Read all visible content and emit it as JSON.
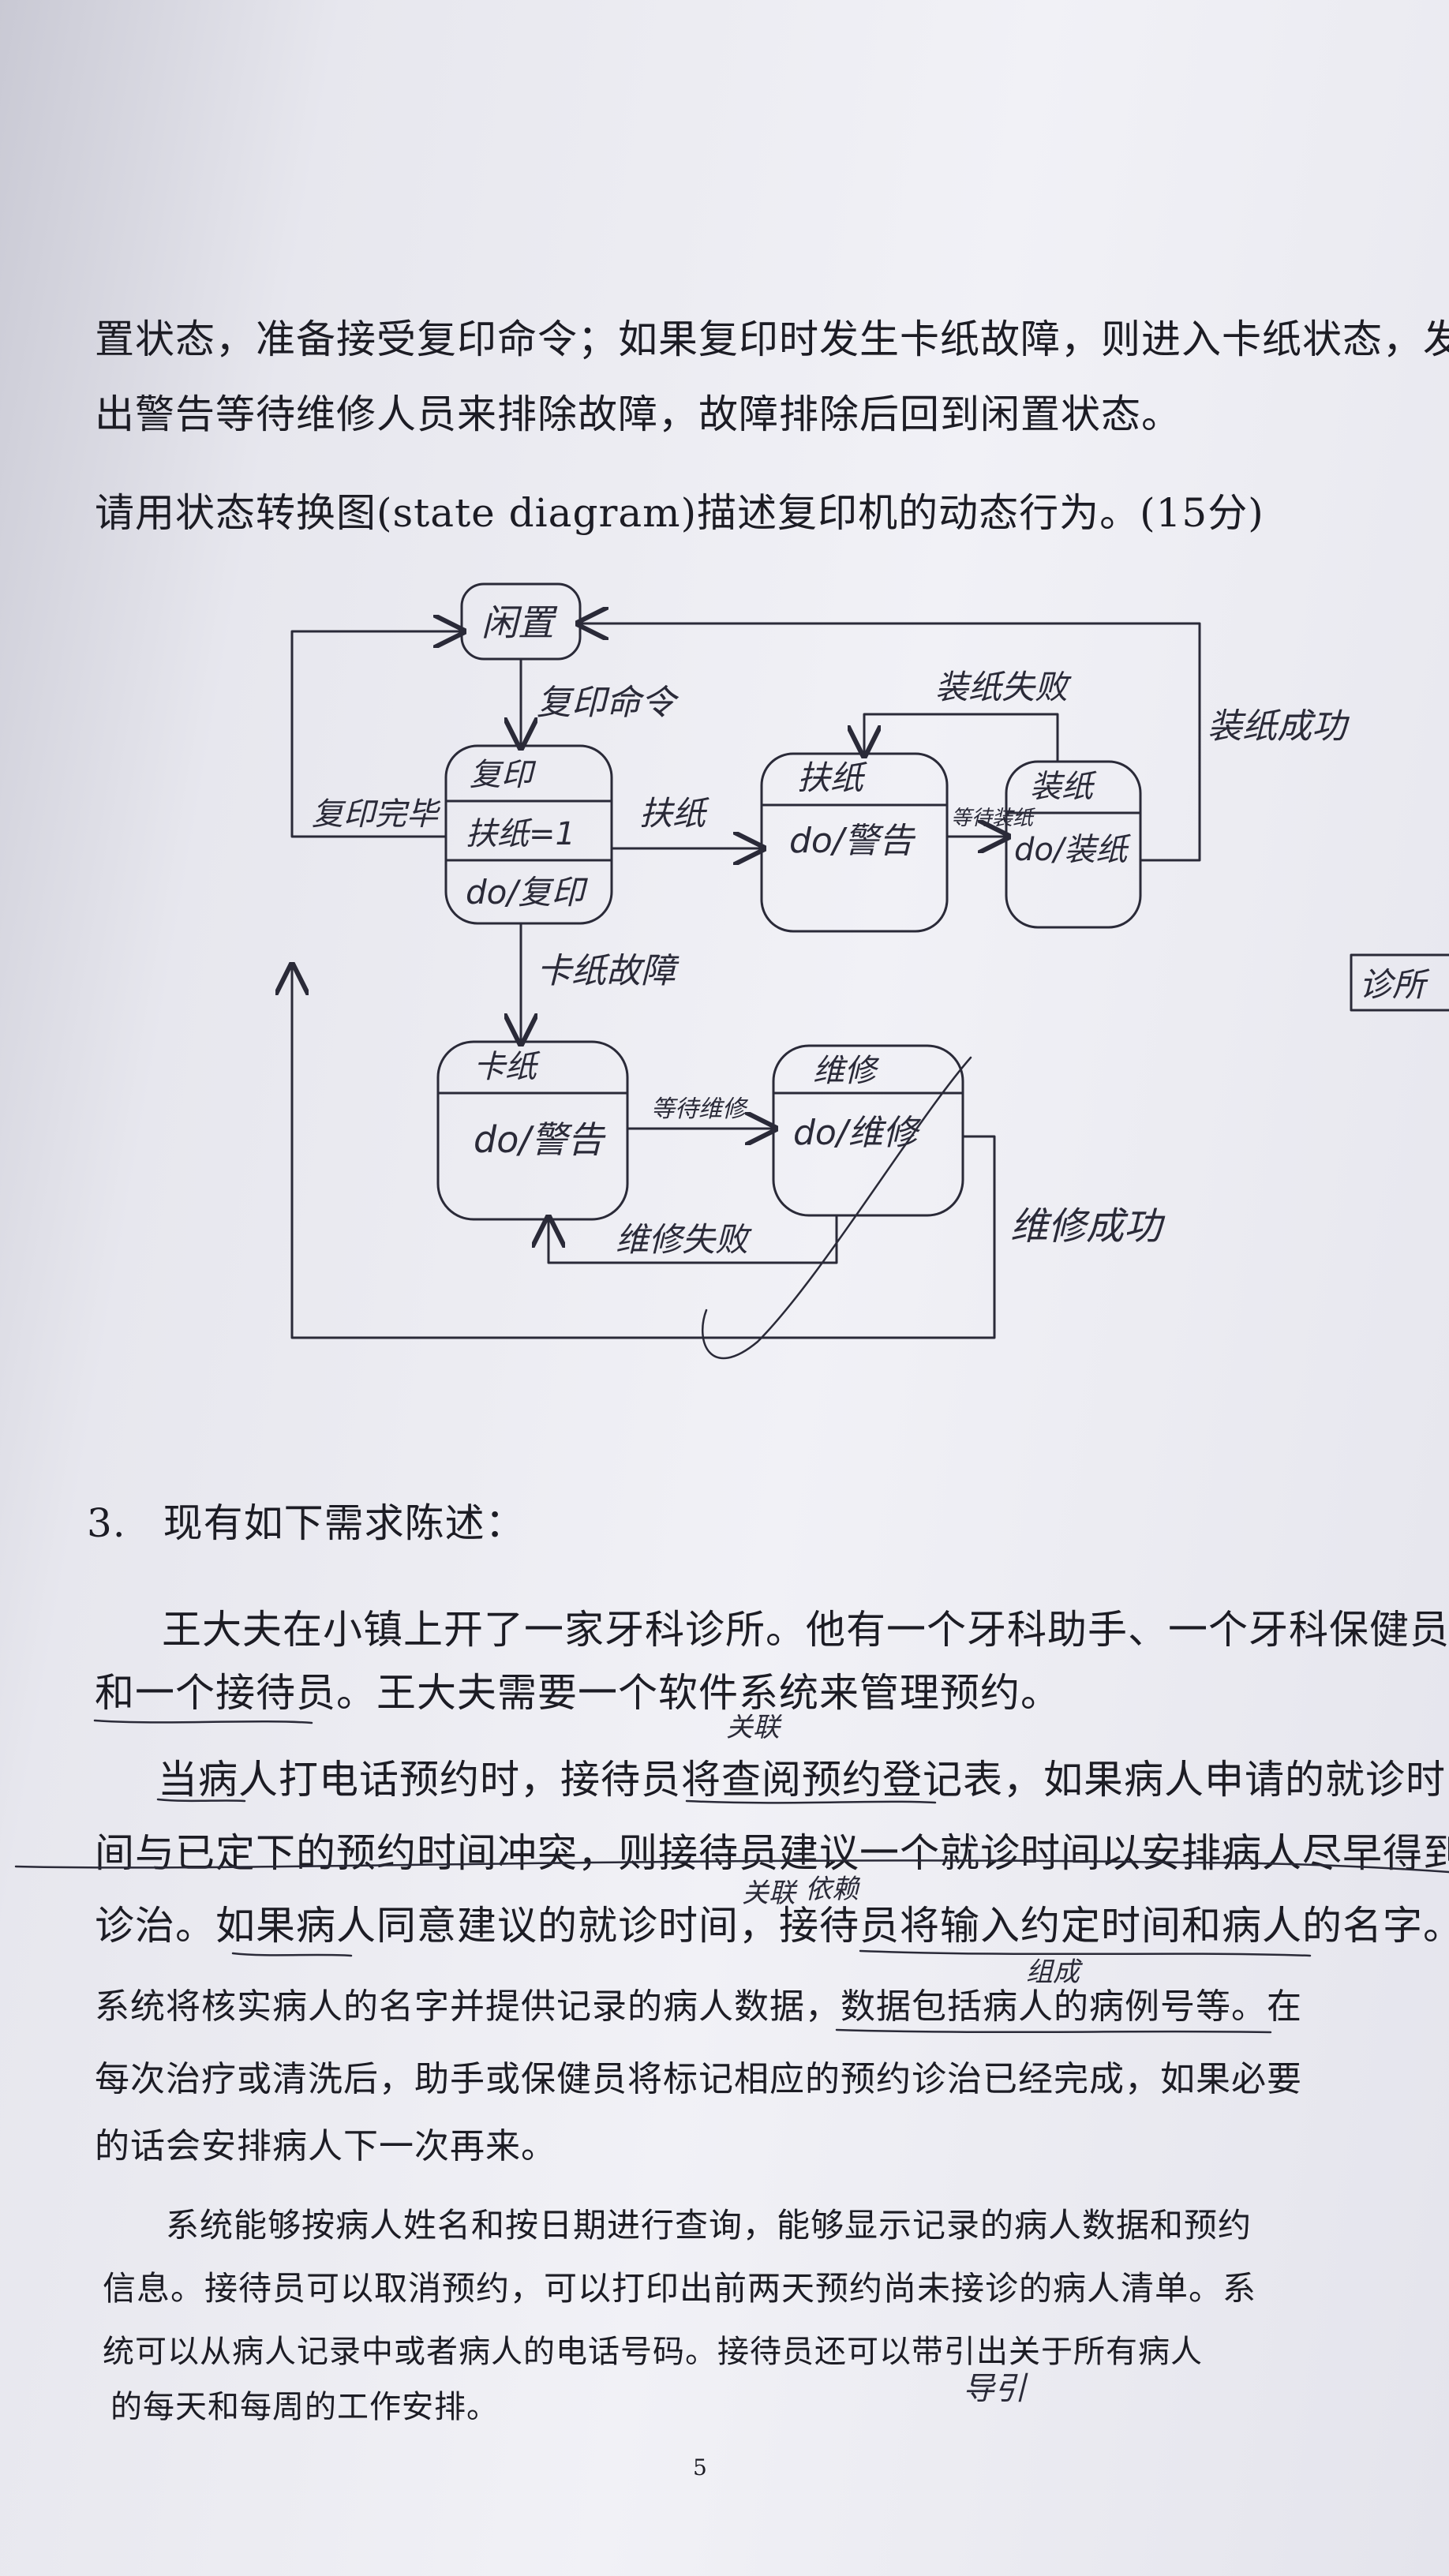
{
  "intro": {
    "line1": "置状态，准备接受复印命令；如果复印时发生卡纸故障，则进入卡纸状态，发",
    "line2": "出警告等待维修人员来排除故障，故障排除后回到闲置状态。"
  },
  "question": "请用状态转换图(state diagram)描述复印机的动态行为。(15分)",
  "diagram": {
    "states": {
      "idle": "闲置",
      "copy_name": "复印",
      "copy_var": "扶纸=1",
      "copy_action": "do/复印",
      "paper_out_name": "扶纸",
      "paper_out_action": "do/警告",
      "loading_name": "装纸",
      "loading_action": "do/装纸",
      "jam_name": "卡纸",
      "jam_action": "do/警告",
      "repair_name": "维修",
      "repair_action": "do/维修"
    },
    "transitions": {
      "copy_command": "复印命令",
      "paper_out": "扶纸",
      "copy_done": "复印完毕",
      "load_fail": "装纸失败",
      "load_ok": "装纸成功",
      "wait_load": "等待装纸",
      "jam_fault": "卡纸故障",
      "wait_repair": "等待维修",
      "repair_fail": "维修失败",
      "repair_ok": "维修成功"
    },
    "margin_note": "诊所"
  },
  "section": {
    "number": "3.",
    "heading": "现有如下需求陈述："
  },
  "body": [
    "王大夫在小镇上开了一家牙科诊所。他有一个牙科助手、一个牙科保健员",
    "和一个接待员。王大夫需要一个软件系统来管理预约。",
    "当病人打电话预约时，接待员将查阅预约登记表，如果病人申请的就诊时",
    "间与已定下的预约时间冲突，则接待员建议一个就诊时间以安排病人尽早得到",
    "诊治。如果病人同意建议的就诊时间，接待员将输入约定时间和病人的名字。",
    "系统将核实病人的名字并提供记录的病人数据，数据包括病人的病例号等。在",
    "每次治疗或清洗后，助手或保健员将标记相应的预约诊治已经完成，如果必要",
    "的话会安排病人下一次再来。",
    "系统能够按病人姓名和按日期进行查询，能够显示记录的病人数据和预约",
    "信息。接待员可以取消预约，可以打印出前两天预约尚未接诊的病人清单。系",
    "统可以从病人记录中或者病人的电话号码。接待员还可以带引出关于所有病人",
    "的每天和每周的工作安排。"
  ],
  "annotations": {
    "relation": "关联",
    "relation2": "关联",
    "dependency": "依赖",
    "composition": "组成",
    "note": "导引"
  },
  "page_number": "5"
}
